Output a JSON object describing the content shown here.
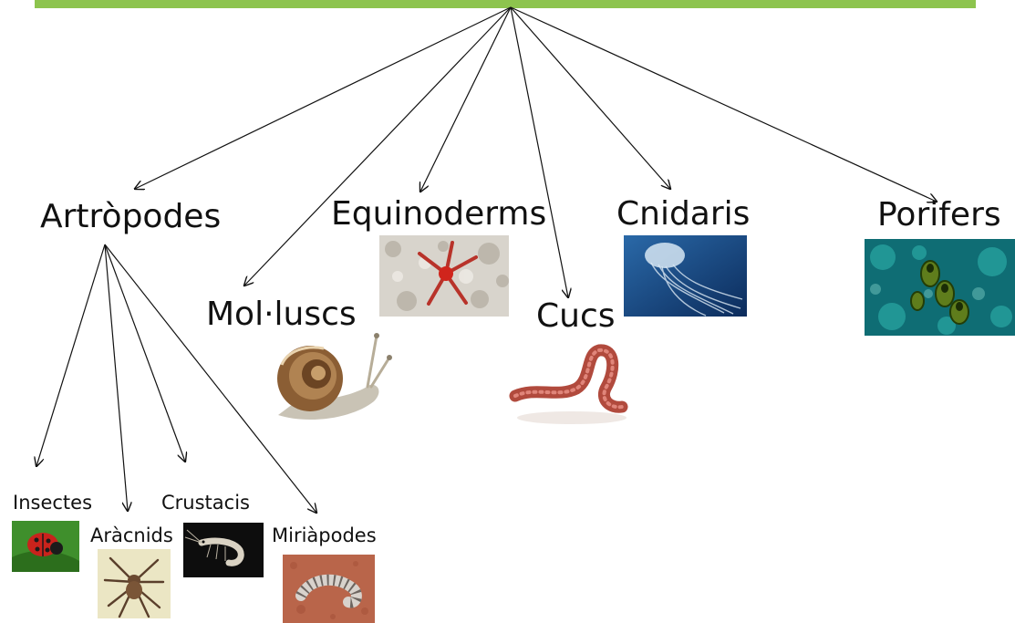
{
  "diagram": {
    "phyla": [
      {
        "id": "artropodes",
        "label": "Artròpodes",
        "icon": "ladybug-family-root"
      },
      {
        "id": "molluscs",
        "label": "Mol·luscs",
        "icon": "snail-photo"
      },
      {
        "id": "equinoderms",
        "label": "Equinoderms",
        "icon": "starfish-photo"
      },
      {
        "id": "cucs",
        "label": "Cucs",
        "icon": "earthworm-photo"
      },
      {
        "id": "cnidaris",
        "label": "Cnidaris",
        "icon": "jellyfish-photo"
      },
      {
        "id": "porifers",
        "label": "Porifers",
        "icon": "sponge-photo"
      }
    ],
    "arthropod_classes": [
      {
        "id": "insectes",
        "label": "Insectes",
        "icon": "ladybug-photo"
      },
      {
        "id": "aracnids",
        "label": "Aràcnids",
        "icon": "spider-photo"
      },
      {
        "id": "crustacis",
        "label": "Crustacis",
        "icon": "shrimp-photo"
      },
      {
        "id": "miriapodes",
        "label": "Miriàpodes",
        "icon": "millipede-photo"
      }
    ],
    "colors": {
      "top_bar": "#8dc44e",
      "arrow": "#111111",
      "background": "#ffffff"
    }
  }
}
